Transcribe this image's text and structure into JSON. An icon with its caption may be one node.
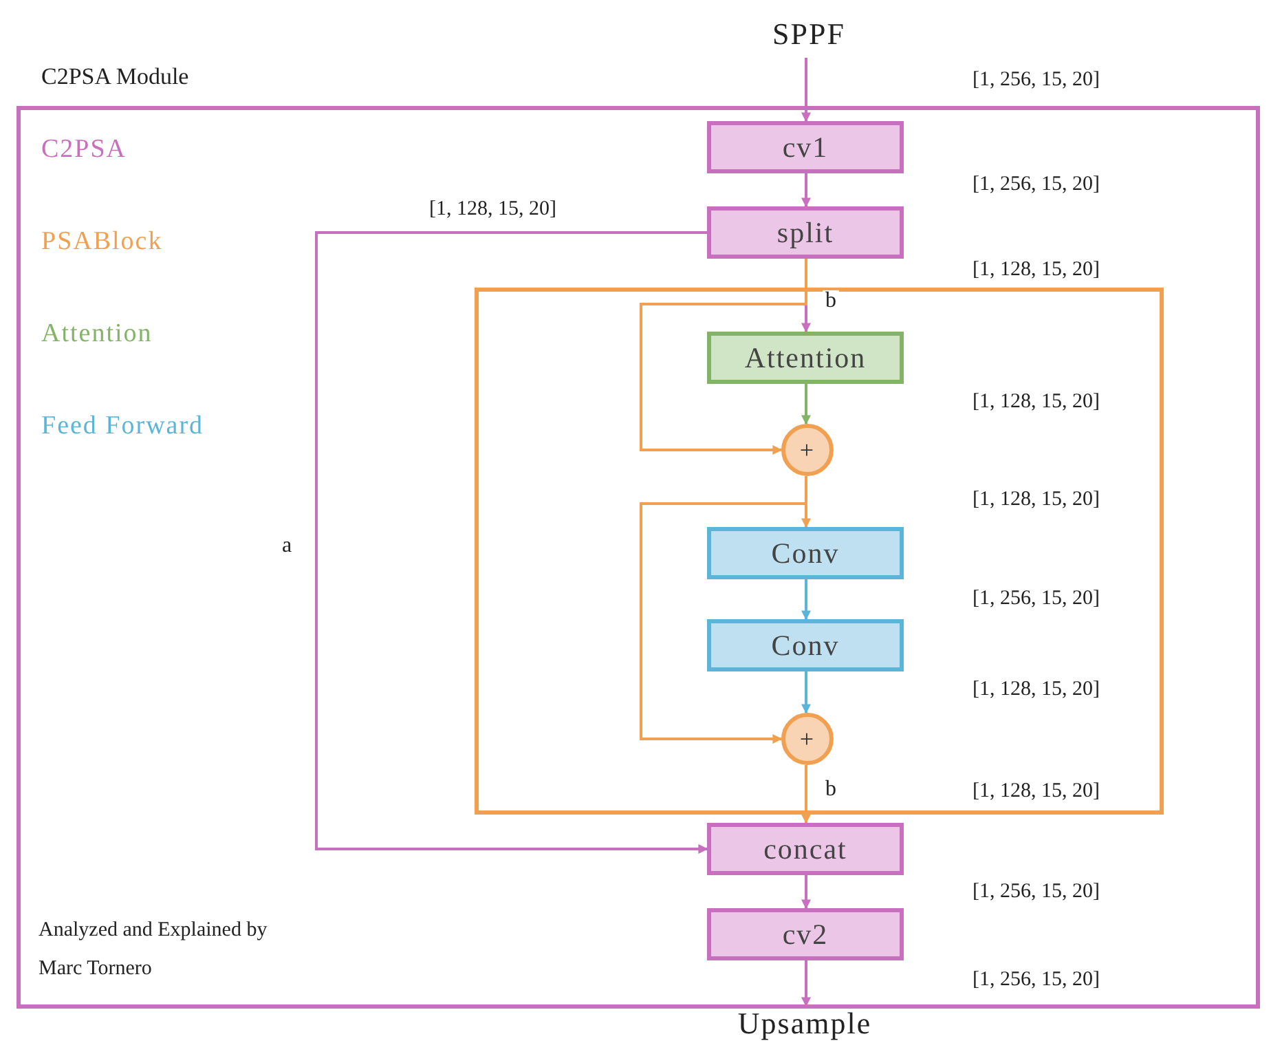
{
  "diagram": {
    "title": "C2PSA Module",
    "nodes": [
      {
        "text": [
          "SPPF"
        ]
      },
      {
        "text": [],
        "shape": "box"
      },
      {
        "text": [
          "cv1"
        ],
        "in": 1
      },
      {
        "text": [
          "split"
        ],
        "in": 1
      },
      {
        "text": [],
        "shape": "box",
        "in": 1
      },
      {
        "text": [
          "Attention"
        ],
        "in": 4
      },
      {
        "text": [
          "+"
        ],
        "in": 4
      },
      {
        "text": [
          "Conv"
        ],
        "in": 4
      },
      {
        "text": [
          "Conv"
        ],
        "in": 4
      },
      {
        "text": [
          "+"
        ],
        "in": 4
      },
      {
        "text": [
          "concat"
        ],
        "in": 1
      },
      {
        "text": [
          "cv2"
        ],
        "in": 1
      },
      {
        "text": [
          "Upsample"
        ]
      }
    ],
    "edges": [
      {
        "from": 0,
        "to": 2,
        "arrow": "to"
      },
      {
        "from": 2,
        "to": 3,
        "arrow": "to"
      },
      {
        "from": 3,
        "to": 5,
        "arrow": "to",
        "label": "b"
      },
      {
        "from": 3,
        "to": 6,
        "arrow": "to",
        "color": "#f0a050"
      },
      {
        "from": 5,
        "to": 6,
        "arrow": "to",
        "color": "#82b366"
      },
      {
        "from": 6,
        "to": 7,
        "arrow": "to",
        "color": "#f0a050"
      },
      {
        "from": 6,
        "to": 9,
        "arrow": "to",
        "color": "#f0a050"
      },
      {
        "from": 7,
        "to": 8,
        "arrow": "to",
        "color": "#5bb5d9"
      },
      {
        "from": 8,
        "to": 9,
        "arrow": "to",
        "color": "#5bb5d9"
      },
      {
        "from": 9,
        "to": 10,
        "arrow": "to",
        "color": "#f0a050",
        "label": "b"
      },
      {
        "from": 3,
        "to": 10,
        "arrow": "to",
        "label": "a"
      },
      {
        "from": 10,
        "to": 11,
        "arrow": "to"
      },
      {
        "from": 11,
        "to": 12,
        "arrow": "to"
      }
    ],
    "labels": [
      "[1, 256, 15, 20]",
      "[1, 256, 15, 20]",
      "[1, 128, 15, 20]",
      "[1, 128, 15, 20]",
      "[1, 128, 15, 20]",
      "[1, 128, 15, 20]",
      "[1, 256, 15, 20]",
      "[1, 128, 15, 20]",
      "[1, 128, 15, 20]",
      "[1, 256, 15, 20]",
      "[1, 256, 15, 20]",
      "Analyzed and Explained by Marc Tornero"
    ],
    "legend": [
      {
        "text": "C2PSA",
        "color": "#c86fc0"
      },
      {
        "text": "PSABlock",
        "color": "#f0a050"
      },
      {
        "text": "Attention",
        "color": "#82b366"
      },
      {
        "text": "Feed Forward",
        "color": "#5bb5d9"
      }
    ]
  }
}
